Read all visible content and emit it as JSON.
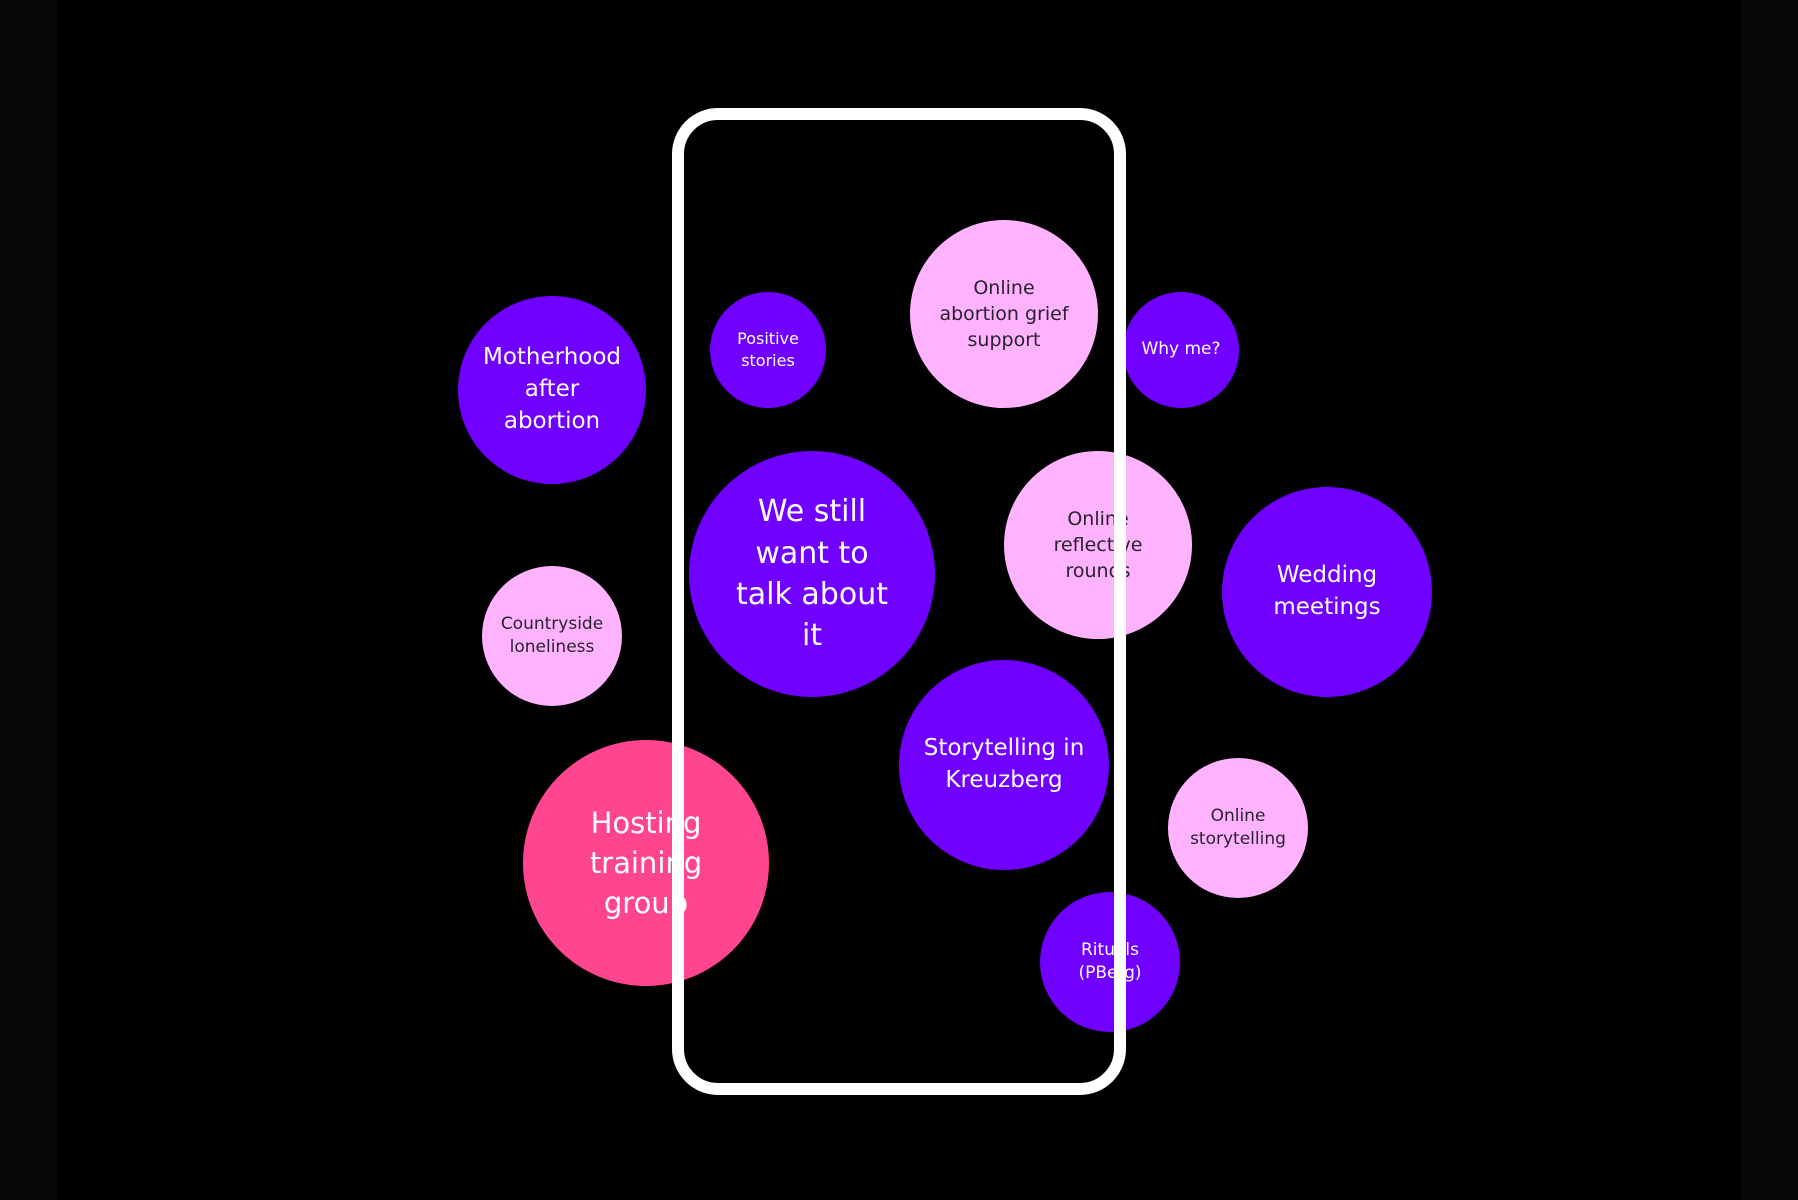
{
  "colors": {
    "purple": "#7000ff",
    "pink": "#ffb3ff",
    "hot_pink": "#ff4590",
    "frame": "#ffffff"
  },
  "bubbles": [
    {
      "label": "Motherhood after abortion"
    },
    {
      "label": "Positive stories"
    },
    {
      "label": "Online abortion grief support"
    },
    {
      "label": "Why me?"
    },
    {
      "label": "We still want to talk about it"
    },
    {
      "label": "Online reflective rounds"
    },
    {
      "label": "Wedding meetings"
    },
    {
      "label": "Countryside loneliness"
    },
    {
      "label": "Storytelling in Kreuzberg"
    },
    {
      "label": "Hosting training group"
    },
    {
      "label": "Online storytelling"
    },
    {
      "label": "Rituals (PBerg)"
    }
  ]
}
